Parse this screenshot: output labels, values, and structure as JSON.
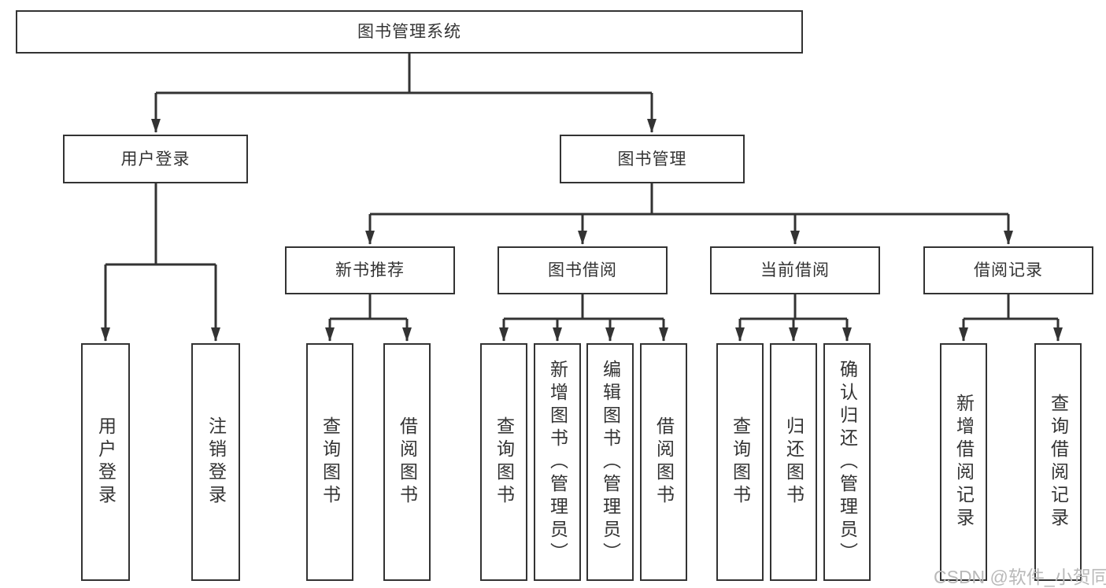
{
  "diagram": {
    "type": "hierarchy-tree",
    "colors": {
      "line": "#333333",
      "node_border": "#333333",
      "node_background": "#ffffff",
      "text": "#333333",
      "watermark": "#b9b9b9"
    }
  },
  "root": {
    "label": "图书管理系统"
  },
  "level2": [
    {
      "label": "用户登录"
    },
    {
      "label": "图书管理"
    }
  ],
  "level3": [
    {
      "label": "新书推荐"
    },
    {
      "label": "图书借阅"
    },
    {
      "label": "当前借阅"
    },
    {
      "label": "借阅记录"
    }
  ],
  "leaves": {
    "user_login": [
      "用户登录",
      "注销登录"
    ],
    "new_book": [
      "查询图书",
      "借阅图书"
    ],
    "borrow": [
      "查询图书",
      "新增图书（管理员）",
      "编辑图书（管理员）",
      "借阅图书"
    ],
    "current": [
      "查询图书",
      "归还图书",
      "确认归还（管理员）"
    ],
    "records": [
      "新增借阅记录",
      "查询借阅记录"
    ]
  },
  "watermark": {
    "text": "CSDN @软件_小贺同学"
  }
}
